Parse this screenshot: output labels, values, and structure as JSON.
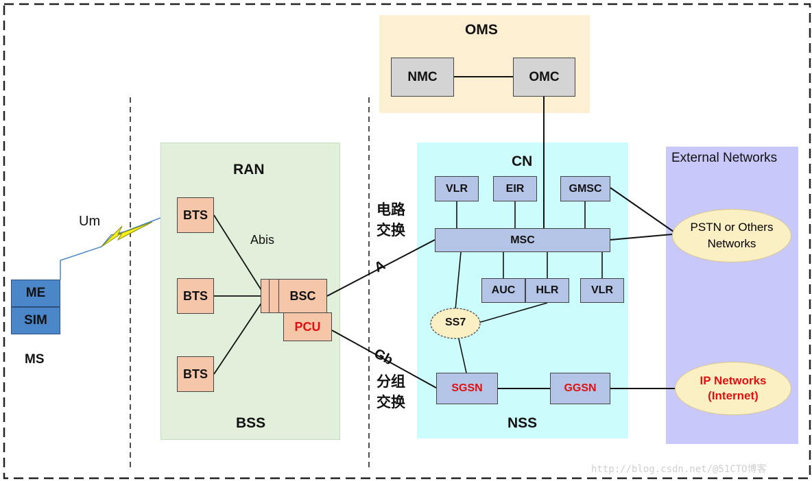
{
  "regions": {
    "oms": "OMS",
    "ran": "RAN",
    "bss": "BSS",
    "cn": "CN",
    "nss": "NSS",
    "external": "External Networks",
    "ms": "MS"
  },
  "nodes": {
    "nmc": "NMC",
    "omc": "OMC",
    "bts1": "BTS",
    "bts2": "BTS",
    "bts3": "BTS",
    "bsc": "BSC",
    "pcu": "PCU",
    "me": "ME",
    "sim": "SIM",
    "vlr_top": "VLR",
    "eir": "EIR",
    "gmsc": "GMSC",
    "msc": "MSC",
    "auc": "AUC",
    "hlr": "HLR",
    "vlr_bottom": "VLR",
    "ss7": "SS7",
    "sgsn": "SGSN",
    "ggsn": "GGSN",
    "pstn": "PSTN or Others Networks",
    "ip_line1": "IP Networks",
    "ip_line2": "(Internet)"
  },
  "interfaces": {
    "um": "Um",
    "abis": "Abis",
    "a": "A",
    "gb": "Gb",
    "circuit_line1": "电路",
    "circuit_line2": "交换",
    "packet_line1": "分组",
    "packet_line2": "交换"
  },
  "watermark": "http://blog.csdn.net/@51CTO博客",
  "colors": {
    "oms_bg": "#fdf0d2",
    "ran_bg": "#e2efda",
    "nss_bg": "#ccfcfc",
    "external_bg": "#c8c8fa",
    "highlight_text": "#e01010"
  }
}
